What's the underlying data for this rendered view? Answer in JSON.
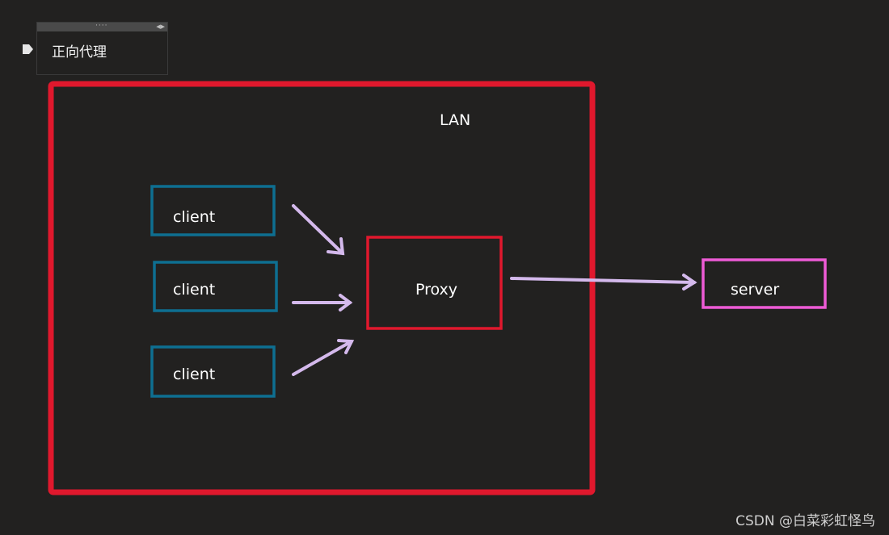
{
  "note": {
    "title": "正向代理"
  },
  "diagram": {
    "lan_label": "LAN",
    "client_1": "client",
    "client_2": "client",
    "client_3": "client",
    "proxy_label": "Proxy",
    "server_label": "server"
  },
  "watermark": "CSDN @白菜彩虹怪鸟",
  "colors": {
    "background": "#222120",
    "lan_border": "#e0182d",
    "proxy_border": "#e0182d",
    "client_border": "#0e6f91",
    "server_border": "#ee5bd6",
    "arrow": "#d4b9ec"
  }
}
